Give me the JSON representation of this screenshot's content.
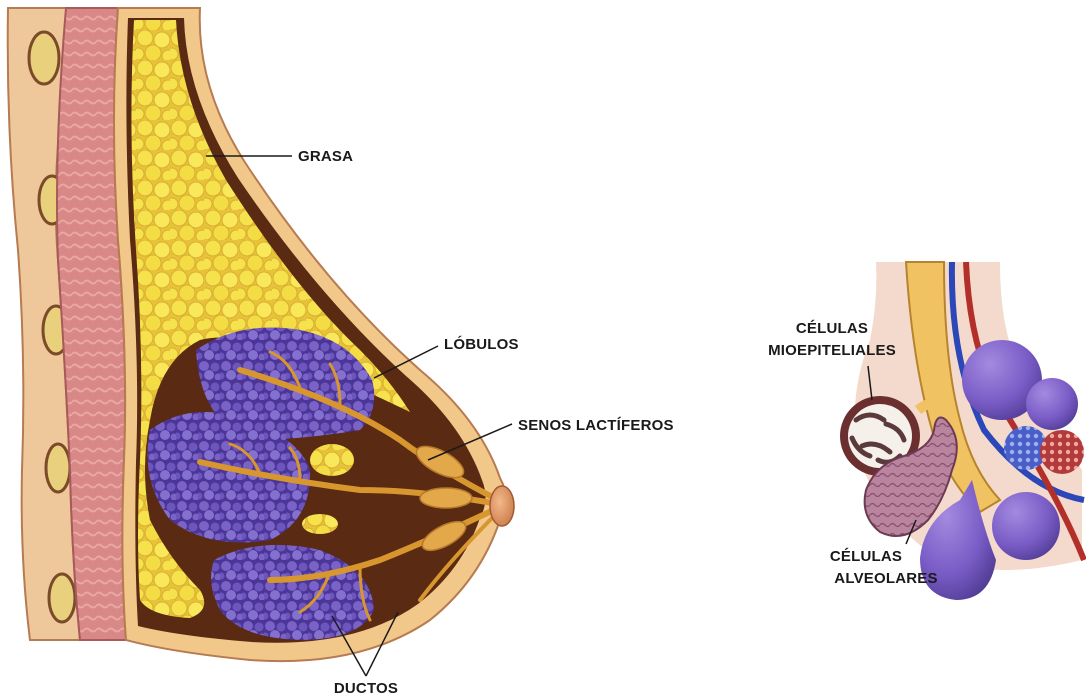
{
  "labels": {
    "fat": "GRASA",
    "lobules": "LÓBULOS",
    "sinuses": "SENOS LACTÍFEROS",
    "ducts": "DUCTOS",
    "myo_line1": "CÉLULAS",
    "myo_line2": "MIOEPITELIALES",
    "alv_line1": "CÉLULAS",
    "alv_line2": "ALVEOLARES"
  },
  "colors": {
    "background": "#ffffff",
    "skin": "#f1c88a",
    "muscle": "#d98a8a",
    "fat": "#f4e04a",
    "lobule": "#6a4fb2",
    "duct": "#d8962e",
    "interior": "#5a2a12",
    "vessel_red": "#c0302a",
    "vessel_blue": "#2b47b8"
  }
}
